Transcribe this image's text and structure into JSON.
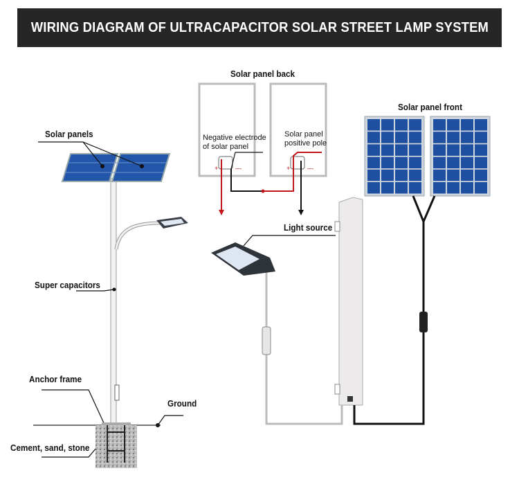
{
  "title": "WIRING DIAGRAM OF ULTRACAPACITOR SOLAR STREET LAMP SYSTEM",
  "labels": {
    "solar_panels": "Solar panels",
    "super_capacitors": "Super capacitors",
    "anchor_frame": "Anchor frame",
    "ground": "Ground",
    "cement": "Cement, sand, stone",
    "panel_back": "Solar panel back",
    "negative_electrode": "Negative electrode\nof solar panel",
    "positive_pole": "Solar panel\npositive pole",
    "panel_front": "Solar panel front",
    "light_source": "Light source",
    "plus": "+",
    "minus": "—"
  },
  "colors": {
    "title_bg": "#262626",
    "wire_red": "#c0161b",
    "wire_black": "#111111",
    "panel_blue": "#1f4fa0"
  }
}
